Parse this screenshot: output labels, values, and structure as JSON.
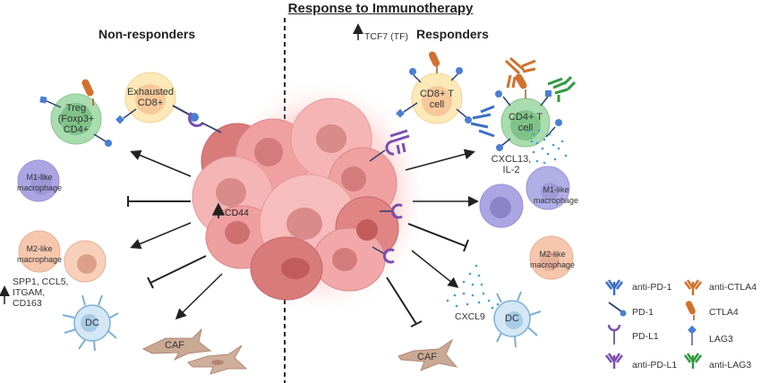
{
  "title": "Response to Immunotherapy",
  "sections": {
    "left": "Non-responders",
    "right": "Responders"
  },
  "tumor": {
    "marker": "CD44"
  },
  "non_responders": {
    "treg": "Treg (Foxp3+ CD4+",
    "treg_lines": [
      "Treg",
      "(Foxp3+",
      "CD4+"
    ],
    "exhausted_lines": [
      "Exhausted",
      "CD8+"
    ],
    "m1_lines": [
      "M1-like",
      "macrophage"
    ],
    "m2_lines": [
      "M2-like",
      "macrophage"
    ],
    "m2_markers_lines": [
      "SPP1, CCL5,",
      "ITGAM,",
      "CD163"
    ],
    "dc": "DC",
    "caf": "CAF"
  },
  "responders": {
    "tcf7": "TCF7 (TF)",
    "cd8_lines": [
      "CD8+ T",
      "cell"
    ],
    "cd4_lines": [
      "CD4+ T",
      "cell"
    ],
    "cytokines_lines": [
      "CXCL13,",
      "IL-2"
    ],
    "m1_lines": [
      "M1-like",
      "macrophage"
    ],
    "m2_lines": [
      "M2-like",
      "macrophage"
    ],
    "cxcl9": "CXCL9",
    "dc": "DC",
    "caf": "CAF"
  },
  "legend": {
    "items": [
      {
        "icon": "antibody-icon",
        "color": "#3a6fc4",
        "label": "anti-PD-1"
      },
      {
        "icon": "receptor-ball-icon",
        "color": "#3a6fc4",
        "label": "PD-1"
      },
      {
        "icon": "ligand-cup-icon",
        "color": "#7b4fb0",
        "label": "PD-L1"
      },
      {
        "icon": "antibody-icon",
        "color": "#7b4fb0",
        "label": "anti-PD-L1"
      },
      {
        "icon": "antibody-icon",
        "color": "#d2712d",
        "label": "anti-CTLA4"
      },
      {
        "icon": "ctla4-icon",
        "color": "#d2712d",
        "label": "CTLA4"
      },
      {
        "icon": "diamond-receptor-icon",
        "color": "#4a7fd4",
        "label": "LAG3"
      },
      {
        "icon": "antibody-icon",
        "color": "#2f9a3f",
        "label": "anti-LAG3"
      }
    ]
  },
  "colors": {
    "treg": "#9fd3a4",
    "cd8": "#fbe3a6",
    "m1": "#a9a3e0",
    "m2": "#f6c7ad",
    "dc": "#cfe4f3",
    "caf": "#cbab97",
    "tumor": "#f09a9a"
  }
}
